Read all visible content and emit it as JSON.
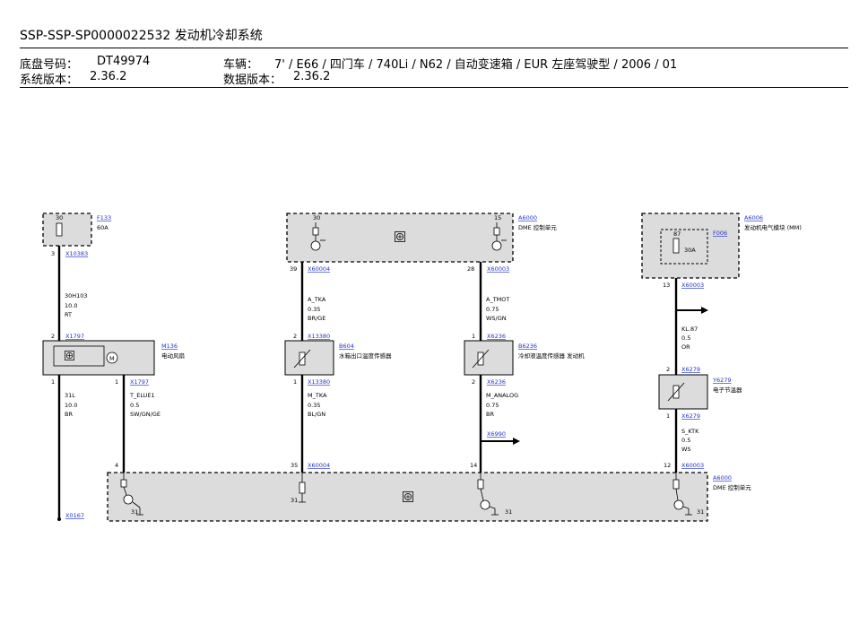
{
  "header": {
    "title": "SSP-SSP-SP0000022532 发动机冷却系统",
    "chassis_label": "底盘号码：",
    "chassis_value": "DT49974",
    "vehicle_label": "车辆：",
    "vehicle_value": "7' / E66 / 四门车 / 740Li / N62 / 自动变速箱 / EUR 左座驾驶型 / 2006 / 01",
    "sys_version_label": "系统版本：",
    "sys_version_value": "2.36.2",
    "data_version_label": "数据版本：",
    "data_version_value": "2.36.2"
  },
  "diagram": {
    "f133": {
      "pin": "30",
      "code": "F133",
      "rating": "60A",
      "pin_bottom": "3",
      "connector": "X10383"
    },
    "a6000_top": {
      "code": "A6000",
      "desc": "DME 控制单元",
      "pin_a": "30",
      "pin_b": "15",
      "pin_c": "39",
      "conn_c": "X60004",
      "pin_d": "28",
      "conn_d": "X60003"
    },
    "a6006": {
      "code": "A6006",
      "desc": "发动机电气模块 (MM)",
      "fuse_code": "F006",
      "fuse_pin": "87",
      "fuse_rating": "30A",
      "pin_bottom": "13",
      "conn_bottom": "X60003"
    },
    "wire_f133_m136": {
      "name": "30H103",
      "size": "10.0",
      "color": "RT"
    },
    "wire_tka_top": {
      "name": "A_TKA",
      "size": "0.35",
      "color": "BR/GE"
    },
    "wire_tmot_top": {
      "name": "A_TMOT",
      "size": "0.75",
      "color": "WS/GN"
    },
    "wire_kl87": {
      "name": "KL.87",
      "size": "0.5",
      "color": "OR"
    },
    "m136": {
      "code": "M136",
      "desc": "电动风扇",
      "pin_top": "2",
      "conn_top": "X1797",
      "pin_bl": "1",
      "pin_br": "1",
      "conn_br": "X1797"
    },
    "b604": {
      "code": "B604",
      "desc": "水箱出口温度传感器",
      "pin_top": "2",
      "conn_top": "X13380",
      "pin_bottom": "1",
      "conn_bottom": "X13380"
    },
    "b6236": {
      "code": "B6236",
      "desc": "冷却液温度传感器 发动机",
      "pin_top": "1",
      "conn_top": "X6236",
      "pin_bottom": "2",
      "conn_bottom": "X6236"
    },
    "y6279": {
      "code": "Y6279",
      "desc": "电子节温器",
      "pin_top": "2",
      "conn_top": "X6279",
      "pin_bottom": "1",
      "conn_bottom": "X6279"
    },
    "wire_31l": {
      "name": "31L",
      "size": "10.0",
      "color": "BR"
    },
    "wire_eluef": {
      "name": "T_ELUE1",
      "size": "0.5",
      "color": "SW/GN/GE"
    },
    "wire_mtka": {
      "name": "M_TKA",
      "size": "0.35",
      "color": "BL/GN"
    },
    "wire_manalog": {
      "name": "M_ANALOG",
      "size": "0.75",
      "color": "BR"
    },
    "wire_sktk": {
      "name": "S_KTK",
      "size": "0.5",
      "color": "WS"
    },
    "splice_x6990": "X6990",
    "ground_x0167": "X0167",
    "a6000_bottom": {
      "code": "A6000",
      "desc": "DME 控制单元",
      "pin_a": "4",
      "pin_b": "35",
      "conn_b": "X60004",
      "pin_c": "14",
      "pin_d": "12",
      "conn_d": "X60003",
      "gnd1": "31",
      "gnd2": "31",
      "gnd3": "31",
      "gnd4": "31"
    }
  }
}
